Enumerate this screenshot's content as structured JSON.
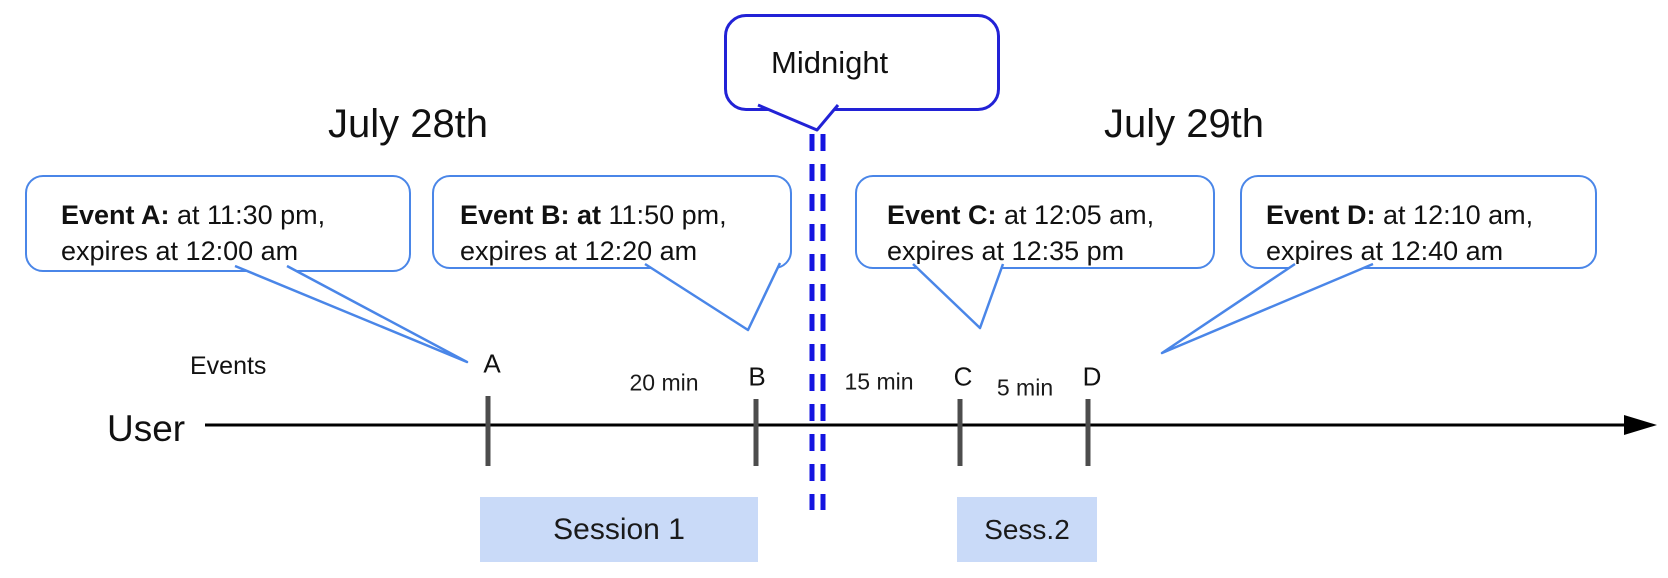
{
  "dates": [
    {
      "label": "July 28th"
    },
    {
      "label": "July 29th"
    }
  ],
  "midnight": {
    "label": "Midnight"
  },
  "callouts": [
    {
      "id": "A",
      "bold": "Event A:",
      "rest": " at 11:30 pm,",
      "line2": "expires at 12:00 am"
    },
    {
      "id": "B",
      "bold": "Event B: at",
      "rest": " 11:50 pm,",
      "line2": "expires at 12:20 am"
    },
    {
      "id": "C",
      "bold": "Event C:",
      "rest": " at 12:05 am,",
      "line2": "expires at 12:35 pm"
    },
    {
      "id": "D",
      "bold": "Event D:",
      "rest": "  at 12:10 am,",
      "line2": "expires at 12:40 am"
    }
  ],
  "axis": {
    "events_label": "Events",
    "user_label": "User"
  },
  "ticks": [
    {
      "label": "A"
    },
    {
      "label": "B"
    },
    {
      "label": "C"
    },
    {
      "label": "D"
    }
  ],
  "intervals": [
    {
      "label": "20 min"
    },
    {
      "label": "15 min"
    },
    {
      "label": "5 min"
    }
  ],
  "sessions": [
    {
      "label": "Session 1"
    },
    {
      "label": "Sess.2"
    }
  ],
  "colors": {
    "callout_border": "#4a86e8",
    "midnight_border": "#2222d6",
    "dash_color": "#1414e0",
    "session_fill": "#c9daf8",
    "tick_color": "#4d4d4d",
    "timeline_color": "#000000"
  }
}
